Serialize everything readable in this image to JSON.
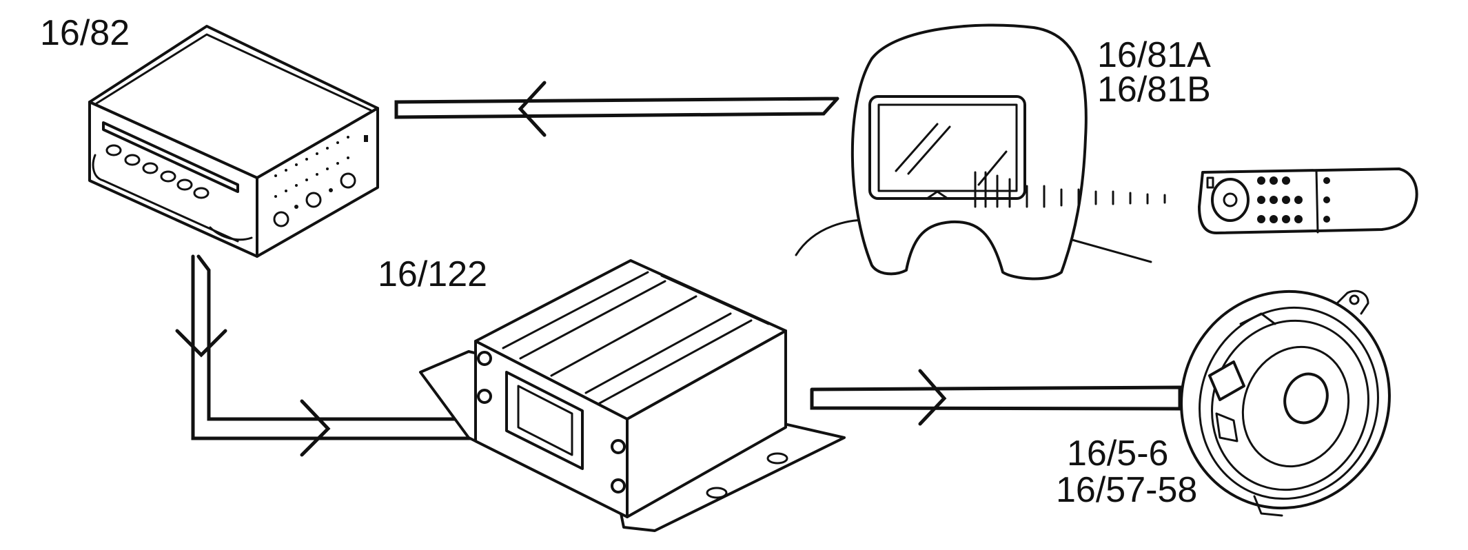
{
  "labels": {
    "dvd_player": "16/82",
    "screen_a": "16/81A",
    "screen_b": "16/81B",
    "amplifier": "16/122",
    "speaker_a": "16/5-6",
    "speaker_b": "16/57-58"
  }
}
